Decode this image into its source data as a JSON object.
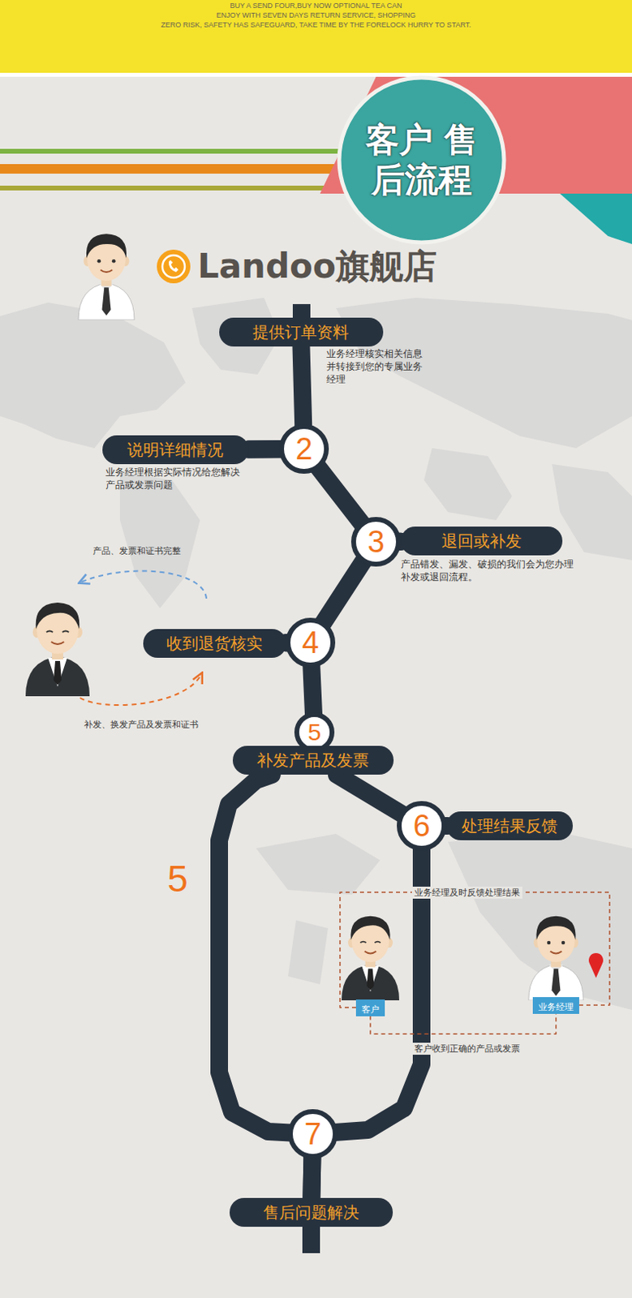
{
  "diagram": {
    "title": "客户 售后流程",
    "nodes": [
      {
        "text": [
          "提供订单资料",
          "业务经理核实相关信息 并转接到您的专属业务经理"
        ]
      },
      {
        "text": [
          "说明详细情况",
          "业务经理根据实际情况给您解决 产品或发票问题"
        ]
      },
      {
        "text": [
          "退回或补发",
          "产品错发、漏发、破损的我们会为您办理 补发或退回流程。"
        ]
      },
      {
        "text": [
          "收到退货核实"
        ]
      },
      {
        "text": [
          "补发产品及发票"
        ]
      },
      {
        "text": [
          "处理结果反馈"
        ]
      },
      {
        "text": [
          "售后问题解决"
        ]
      },
      {
        "text": [
          "客户"
        ]
      },
      {
        "text": [
          "业务经理"
        ]
      }
    ],
    "edges": [
      {
        "from": 0,
        "to": 1,
        "arrow": "none"
      },
      {
        "from": 1,
        "to": 2,
        "arrow": "none"
      },
      {
        "from": 2,
        "to": 3,
        "arrow": "none"
      },
      {
        "from": 3,
        "to": 4,
        "arrow": "none"
      },
      {
        "from": 4,
        "to": 5,
        "arrow": "none"
      },
      {
        "from": 5,
        "to": 6,
        "arrow": "none"
      },
      {
        "from": 4,
        "to": 6,
        "label": "5",
        "arrow": "none"
      },
      {
        "from": 8,
        "to": 7,
        "label": "业务经理及时反馈处理结果",
        "arrow": "none"
      },
      {
        "from": 7,
        "to": 8,
        "label": "客户收到正确的产品或发票",
        "arrow": "none"
      }
    ],
    "labels": [
      "BUY A SEND FOUR,BUY NOW OPTIONAL TEA CAN",
      "ENJOY WITH SEVEN DAYS RETURN SERVICE, SHOPPING",
      "ZERO RISK, SAFETY HAS SAFEGUARD, TAKE TIME BY THE FORELOCK HURRY TO START.",
      "Landoo旗舰店",
      "2",
      "3",
      "4",
      "5",
      "6",
      "7",
      "产品、发票和证书完整",
      "补发、换发产品及发票和证书"
    ]
  }
}
